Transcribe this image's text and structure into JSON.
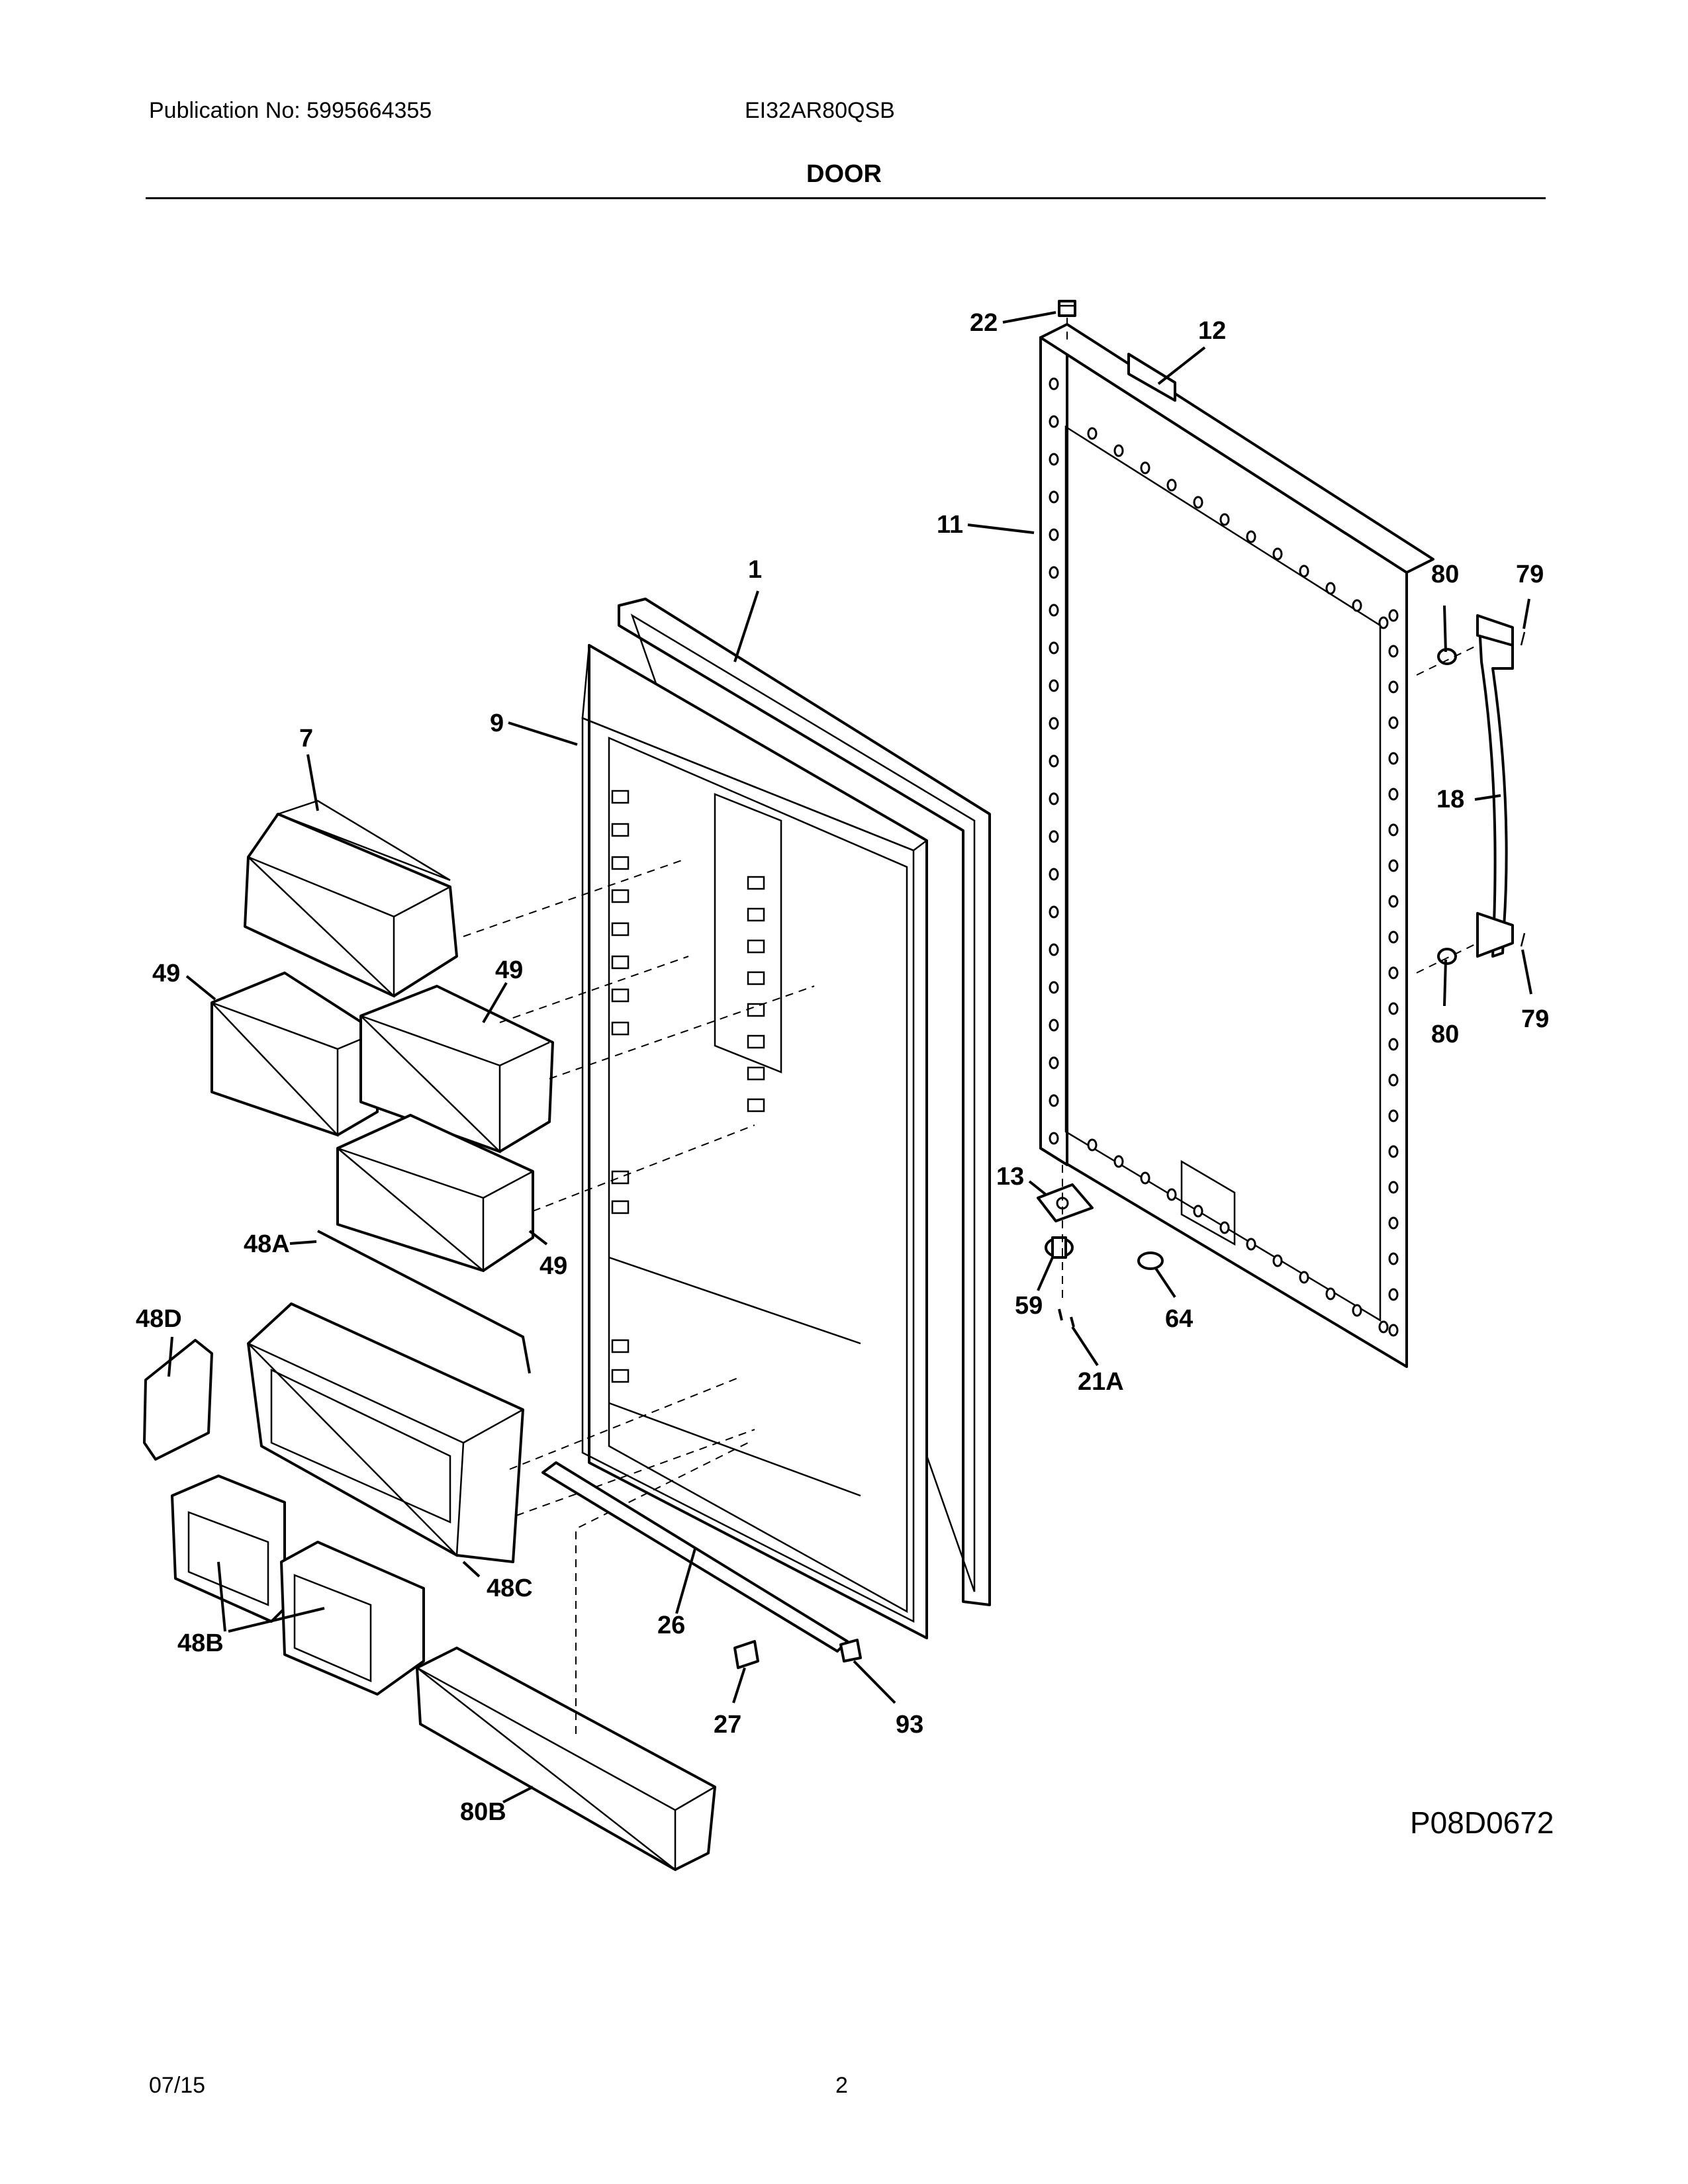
{
  "header": {
    "publication": "Publication No: 5995664355",
    "model": "EI32AR80QSB",
    "title": "DOOR"
  },
  "footer": {
    "date": "07/15",
    "page": "2"
  },
  "diagram_code": "P08D0672",
  "callouts": {
    "c1": "1",
    "c7": "7",
    "c9": "9",
    "c11": "11",
    "c12": "12",
    "c13": "13",
    "c18": "18",
    "c21a": "21A",
    "c22": "22",
    "c26": "26",
    "c27": "27",
    "c48a": "48A",
    "c48b": "48B",
    "c48c": "48C",
    "c48d": "48D",
    "c49a": "49",
    "c49b": "49",
    "c49c": "49",
    "c59": "59",
    "c64": "64",
    "c79a": "79",
    "c79b": "79",
    "c80a": "80",
    "c80b": "80",
    "c80b_bin": "80B",
    "c93": "93"
  }
}
